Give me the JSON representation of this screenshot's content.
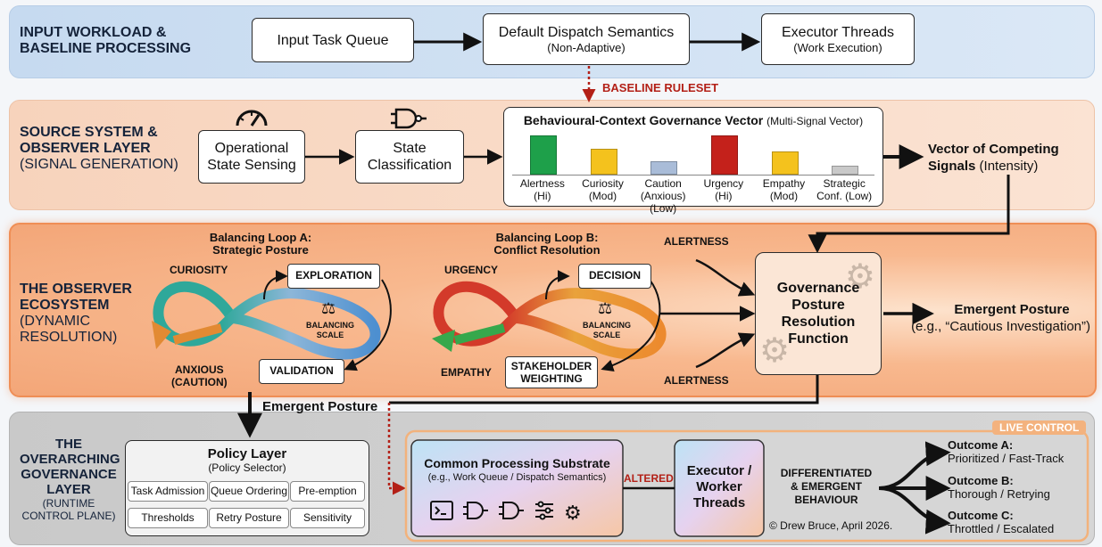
{
  "band1": {
    "title_line1": "INPUT WORKLOAD &",
    "title_line2": "BASELINE PROCESSING",
    "input_queue": "Input Task Queue",
    "dispatch_main": "Default Dispatch Semantics",
    "dispatch_sub": "(Non-Adaptive)",
    "executor_main": "Executor Threads",
    "executor_sub": "(Work Execution)"
  },
  "baseline_ruleset": "BASELINE RULESET",
  "band2": {
    "title_line1": "SOURCE SYSTEM &",
    "title_line2": "OBSERVER LAYER",
    "title_line3": "(SIGNAL GENERATION)",
    "sensing_line1": "Operational",
    "sensing_line2": "State Sensing",
    "classify_line1": "State",
    "classify_line2": "Classification",
    "vector_title": "Behavioural-Context Governance Vector",
    "vector_sub": "(Multi-Signal Vector)",
    "bars": [
      {
        "name": "Alertness",
        "level": "(Hi)",
        "color": "#1ea04a",
        "intensity": 0.95
      },
      {
        "name": "Curiosity",
        "level": "(Mod)",
        "color": "#f4c21d",
        "intensity": 0.62
      },
      {
        "name": "Caution",
        "level": "(Anxious) (Low)",
        "color": "#a9bcd8",
        "intensity": 0.3
      },
      {
        "name": "Urgency",
        "level": "(Hi)",
        "color": "#c4211b",
        "intensity": 0.95
      },
      {
        "name": "Empathy",
        "level": "(Mod)",
        "color": "#f4c21d",
        "intensity": 0.55
      },
      {
        "name": "Strategic",
        "level": "Conf. (Low)",
        "color": "#c9c9c9",
        "intensity": 0.18
      }
    ],
    "vector_out_line1": "Vector of Competing",
    "vector_out_line2a": "Signals",
    "vector_out_line2b": "(Intensity)"
  },
  "band3": {
    "title_line1": "THE OBSERVER",
    "title_line2": "ECOSYSTEM",
    "title_line3": "(DYNAMIC",
    "title_line4": "RESOLUTION)",
    "loopA_line1": "Balancing Loop A:",
    "loopA_line2": "Strategic Posture",
    "loopB_line1": "Balancing Loop B:",
    "loopB_line2": "Conflict Resolution",
    "curiosity": "CURIOSITY",
    "anxious_line1": "ANXIOUS",
    "anxious_line2": "(CAUTION)",
    "exploration": "EXPLORATION",
    "validation": "VALIDATION",
    "balancing": "BALANCING",
    "scale": "SCALE",
    "urgency": "URGENCY",
    "empathy": "EMPATHY",
    "decision": "DECISION",
    "stakeholder_line1": "STAKEHOLDER",
    "stakeholder_line2": "WEIGHTING",
    "alertness_top": "ALERTNESS",
    "alertness_bottom": "ALERTNESS",
    "gov_line1": "Governance",
    "gov_line2": "Posture",
    "gov_line3": "Resolution",
    "gov_line4": "Function",
    "emergent_title": "Emergent Posture",
    "emergent_example": "(e.g., “Cautious Investigation”)"
  },
  "emergent_posture_label": "Emergent Posture",
  "band4": {
    "title_line1": "THE",
    "title_line2": "OVERARCHING",
    "title_line3": "GOVERNANCE",
    "title_line4": "LAYER",
    "title_line5": "(RUNTIME",
    "title_line6": "CONTROL PLANE)",
    "policy_title": "Policy Layer",
    "policy_sub": "(Policy Selector)",
    "policy_items": [
      "Task Admission",
      "Queue Ordering",
      "Pre-emption",
      "Thresholds",
      "Retry Posture",
      "Sensitivity"
    ],
    "live_control": "LIVE CONTROL",
    "substrate_title": "Common Processing Substrate",
    "substrate_sub": "(e.g., Work Queue / Dispatch Semantics)",
    "altered": "ALTERED",
    "exec_line1": "Executor /",
    "exec_line2": "Worker",
    "exec_line3": "Threads",
    "diff_line1": "DIFFERENTIATED",
    "diff_line2": "& EMERGENT",
    "diff_line3": "BEHAVIOUR",
    "outcomes": [
      {
        "title": "Outcome A:",
        "desc": "Prioritized / Fast-Track"
      },
      {
        "title": "Outcome B:",
        "desc": "Thorough / Retrying"
      },
      {
        "title": "Outcome C:",
        "desc": "Throttled / Escalated"
      }
    ],
    "copyright": "© Drew Bruce, April 2026."
  }
}
